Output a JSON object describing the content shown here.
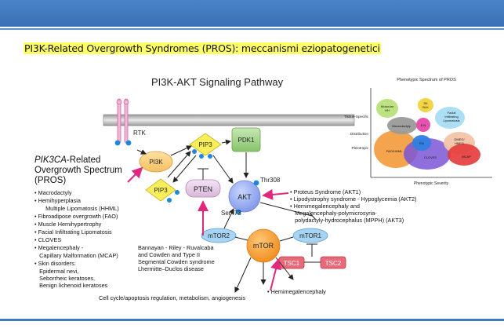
{
  "slide": {
    "title": "PI3K-Related Overgrowth Syndromes (PROS): meccanismi eziopatogenetici"
  },
  "colors": {
    "header_bar": "#3f79bf",
    "highlight": "#ffff66",
    "arrow_pink": "#e0287e"
  },
  "pathway": {
    "title": "PI3K-AKT Signaling Pathway",
    "nodes": {
      "rtk": "RTK",
      "pi3k": "PI3K",
      "pip3_top": "PIP3",
      "pip3_bottom": "PIP3",
      "pdk1": "PDK1",
      "pten": "PTEN",
      "akt": "AKT",
      "thr308": "Thr308",
      "ser473": "Ser473",
      "mtor2": "mTOR2",
      "mtor": "mTOR",
      "mtor1": "mTOR1",
      "tsc1": "TSC1",
      "tsc2": "TSC2"
    },
    "spectrum": {
      "title_italic": "PIK3CA",
      "title_rest": "-Related",
      "title_line2": "Overgrowth Spectrum",
      "title_line3": "(PROS)",
      "items": [
        "• Macrodactyly",
        "• Hemihyperplasia",
        "   Multiple Lipomatosis (HHML)",
        "• Fibroadipose overgrowth (FAO)",
        "• Muscle Hemihypertrophy",
        "• Facial Infiltrating Lipomatosis",
        "• CLOVES",
        "• Megalencephaly -",
        "   Capillary Malformation (MCAP)",
        "• Skin disorders:",
        "   Epidermal nevi,",
        "   Seborrheic keratoses,",
        "   Benign lichenoid keratoses"
      ]
    },
    "pten_syndromes": [
      "Bannayan - Riley - Ruvalcaba",
      "and Cowden and Type II",
      "Segmental Cowden syndrome",
      "Lhermitte–Duclos disease"
    ],
    "akt_syndromes": [
      "• Proteus Syndrome (AKT1)",
      "• Lipodystrophy syndrome - Hypoglycemia (AKT2)",
      "• Hemimegalencephaly and",
      "   Megalencephaly-polymicrosyria-",
      "   polydactyly-hydrocephalus (MPPH) (AKT3)"
    ],
    "mtor_syndrome": "• Hemimegalencephaly",
    "outcome": "Cell cycle/apoptosis regulation, metabolism, angiogenesis"
  },
  "phenotype_chart": {
    "title": "Phenotypic Spectrum of PROS",
    "xlabel": "Phenotypic Severity",
    "row_labels": [
      "Tissue-Specific",
      "Distribution",
      "Pleiotropic"
    ],
    "bubbles": {
      "muscular_hh": [
        "Muscular",
        "HH"
      ],
      "sk_blk": [
        "SK",
        "BLK"
      ],
      "facial": [
        "Facial",
        "Infiltrating",
        "Lipomatosis"
      ],
      "macrodactyly": "Macrodactyly",
      "en_top": "E.N",
      "en": "EN",
      "fao_hhml": "FAO/HHML",
      "cloves": "CLOVES",
      "dmeg": [
        "DMEG/",
        "HMEG"
      ],
      "mcap": "MCAP"
    }
  }
}
